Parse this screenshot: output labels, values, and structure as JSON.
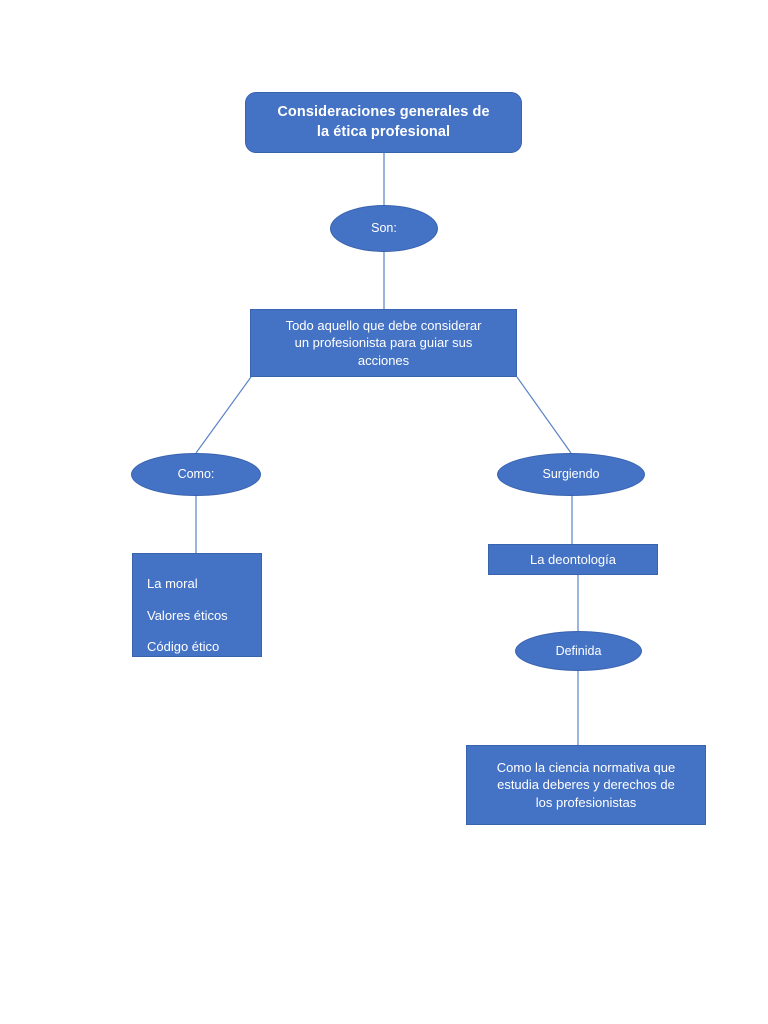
{
  "page": {
    "background": "#ffffff",
    "node_fill": "#4472C4",
    "node_border": "#3A63AE",
    "connector_color": "#5B83C6",
    "text_color": "#ffffff"
  },
  "diagram": {
    "type": "flowchart",
    "title_node": {
      "label": "Consideraciones generales de\nla ética profesional",
      "shape": "rounded-rectangle"
    },
    "connector_son": {
      "label": "Son:",
      "shape": "ellipse"
    },
    "main_statement": {
      "label": "Todo aquello que debe considerar\nun profesionista para guiar sus\nacciones",
      "shape": "rectangle"
    },
    "branch_left": {
      "connector": {
        "label": "Como:",
        "shape": "ellipse"
      },
      "list": {
        "shape": "rectangle",
        "items": [
          "La moral",
          "Valores éticos",
          "Código ético"
        ]
      }
    },
    "branch_right": {
      "connector": {
        "label": "Surgiendo",
        "shape": "ellipse"
      },
      "concept": {
        "label": "La deontología",
        "shape": "rectangle"
      },
      "definition_connector": {
        "label": "Definida",
        "shape": "ellipse"
      },
      "definition": {
        "label": "Como la ciencia normativa que\nestudia deberes y derechos de\nlos profesionistas",
        "shape": "rectangle"
      }
    }
  }
}
